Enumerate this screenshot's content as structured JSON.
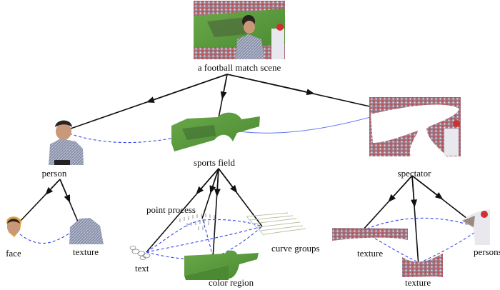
{
  "diagram": {
    "type": "parse-graph",
    "root": {
      "label": "a football match scene",
      "image": "stadium-scene-photo"
    },
    "level1": [
      {
        "id": "person",
        "label": "person",
        "image": "person-photo"
      },
      {
        "id": "sports-field",
        "label": "sports field",
        "image": "green-field-region"
      },
      {
        "id": "spectator",
        "label": "spectator",
        "image": "crowd-region-photo"
      }
    ],
    "level2": {
      "person": [
        {
          "label": "face",
          "image": "face-crop"
        },
        {
          "label": "texture",
          "image": "shirt-texture-crop"
        }
      ],
      "sports-field": [
        {
          "label": "point process",
          "image": "point-process-pattern"
        },
        {
          "label": "curve groups",
          "image": "curve-groups-pattern"
        },
        {
          "label": "text",
          "image": "text-blobs"
        },
        {
          "label": "color region",
          "image": "green-color-region"
        }
      ],
      "spectator": [
        {
          "label": "texture",
          "image": "crowd-strip-texture"
        },
        {
          "label": "texture",
          "image": "crowd-lower-texture"
        },
        {
          "label": "persons",
          "image": "persons-crop"
        }
      ]
    },
    "edge_styles": {
      "decomposition": "solid black arrow",
      "relation": "dashed blue"
    },
    "colors": {
      "edge": "#111111",
      "relation": "#3344ee",
      "field_green": "#5a9a3a",
      "crowd_red": "#c8463c"
    }
  }
}
